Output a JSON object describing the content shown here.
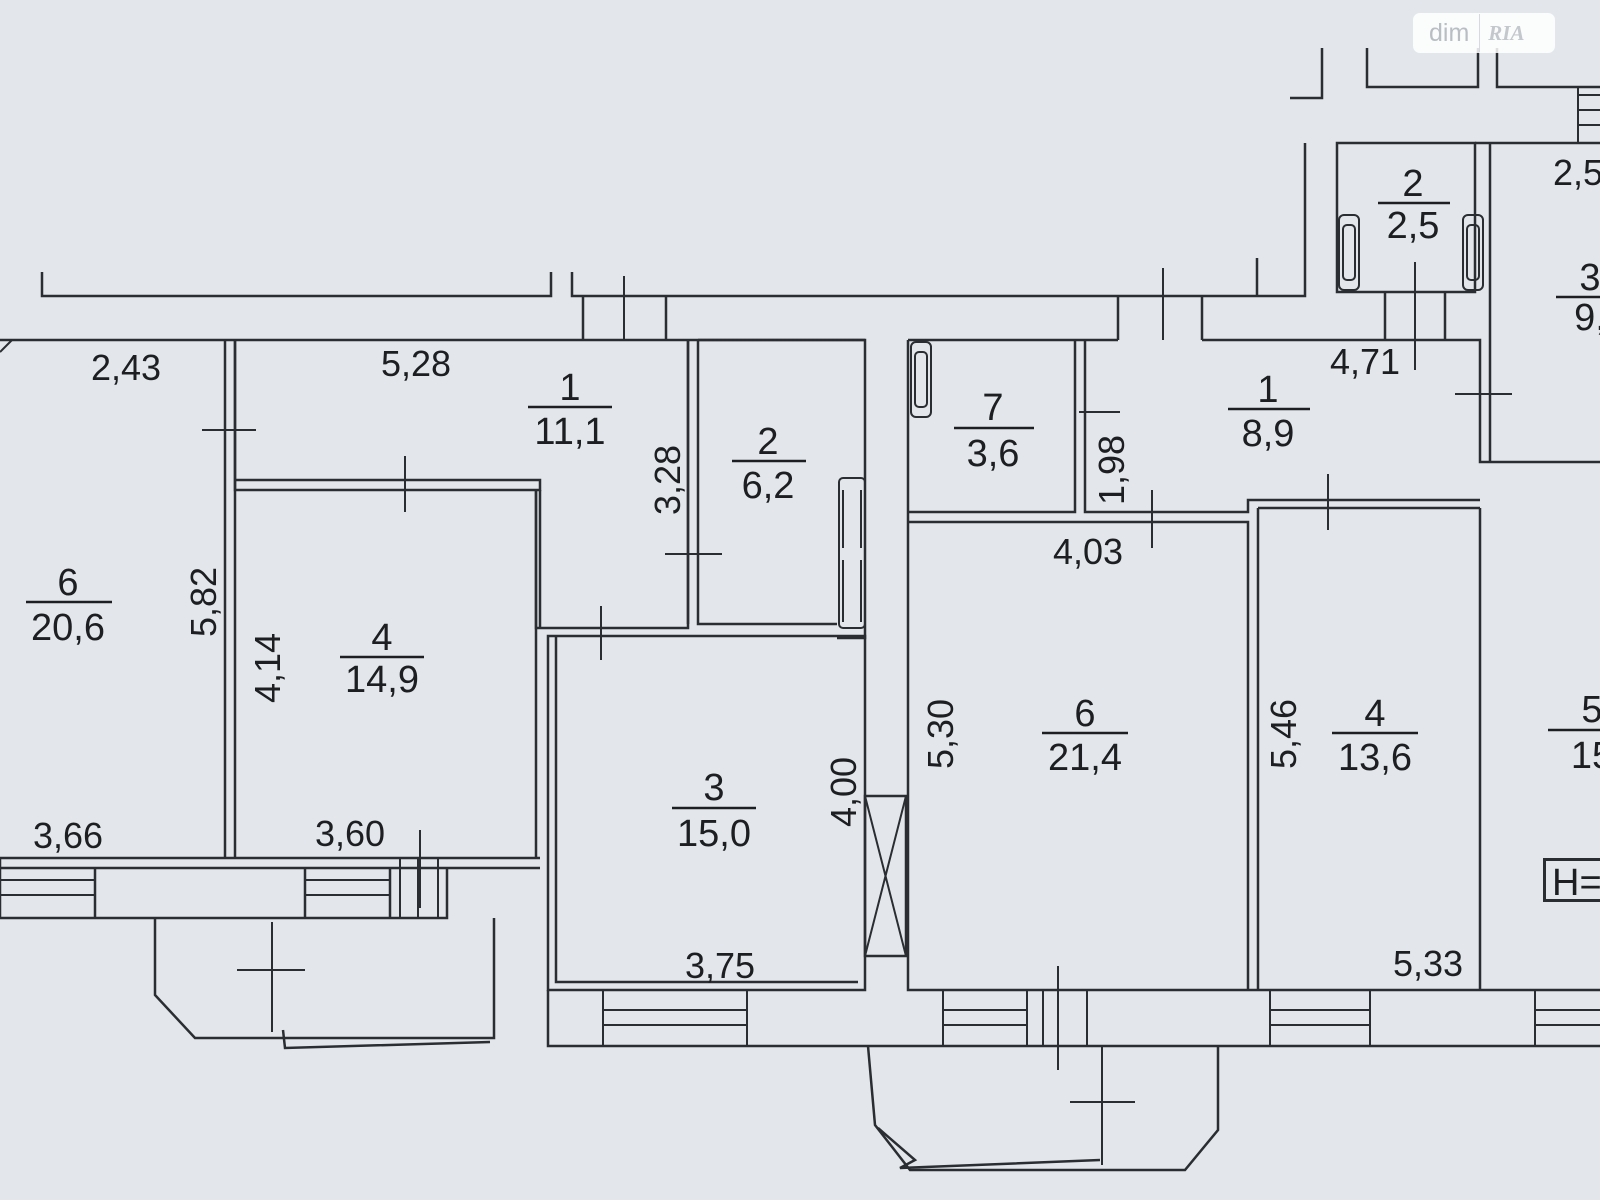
{
  "watermark": {
    "text": "dim",
    "brand": "RIA"
  },
  "height_label": "H=",
  "rooms": [
    {
      "id": "6",
      "num": "6",
      "area": "20,6"
    },
    {
      "id": "1",
      "num": "1",
      "area": "11,1"
    },
    {
      "id": "4",
      "num": "4",
      "area": "14,9"
    },
    {
      "id": "2",
      "num": "2",
      "area": "6,2"
    },
    {
      "id": "3",
      "num": "3",
      "area": "15,0"
    },
    {
      "id": "7b",
      "num": "7",
      "area": "3,6"
    },
    {
      "id": "1b",
      "num": "1",
      "area": "8,9"
    },
    {
      "id": "6b",
      "num": "6",
      "area": "21,4"
    },
    {
      "id": "4b",
      "num": "4",
      "area": "13,6"
    },
    {
      "id": "2b",
      "num": "2",
      "area": "2,5"
    },
    {
      "id": "3b",
      "num": "3",
      "area": "9,"
    },
    {
      "id": "5b",
      "num": "5",
      "area": "15"
    }
  ],
  "dimensions": [
    "2,43",
    "5,28",
    "3,28",
    "5,82",
    "4,14",
    "3,66",
    "3,60",
    "4,00",
    "3,75",
    "1,98",
    "4,03",
    "4,71",
    "5,30",
    "5,46",
    "5,33",
    "2,5"
  ]
}
